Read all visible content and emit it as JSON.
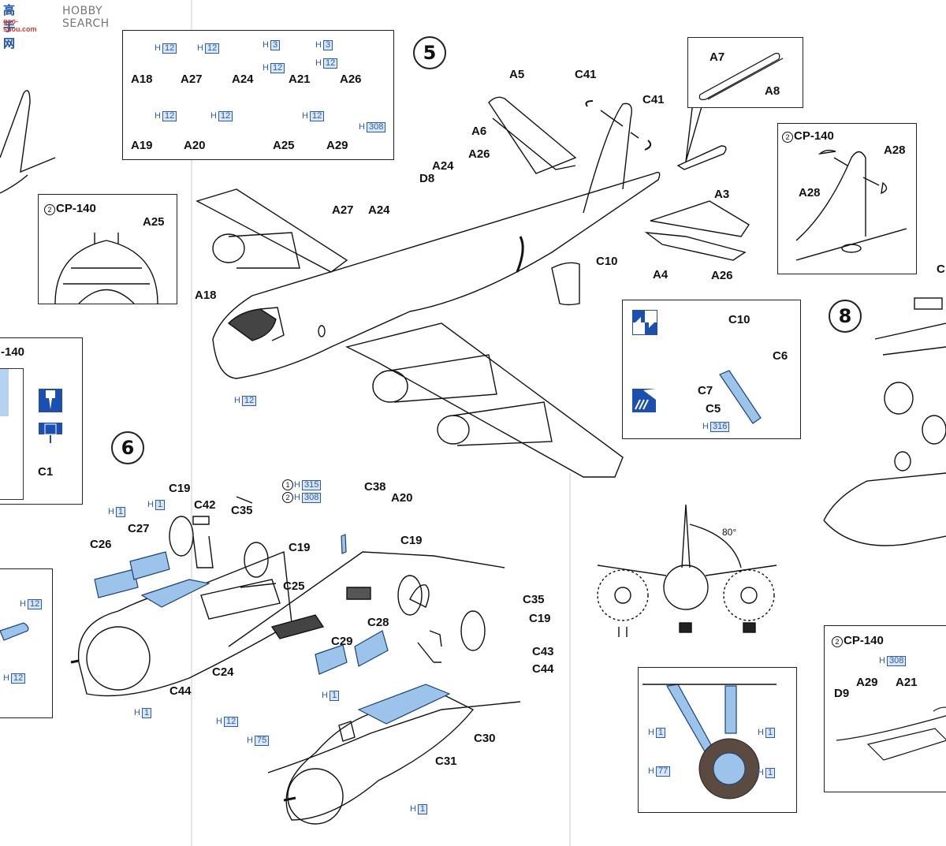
{
  "watermark": {
    "brand_cn": "高手网",
    "brand_en": "HOBBY SEARCH",
    "site": "gao-shou.com"
  },
  "steps": {
    "step5": "5",
    "step6": "6",
    "step8": "8"
  },
  "paint_box": {
    "items": [
      {
        "part": "A18",
        "paints": [
          {
            "prefix": "H",
            "code": "12"
          }
        ]
      },
      {
        "part": "A27",
        "paints": [
          {
            "prefix": "H",
            "code": "12"
          }
        ]
      },
      {
        "part": "A24",
        "paints": [
          {
            "prefix": "H",
            "code": "3"
          },
          {
            "prefix": "H",
            "code": "12"
          }
        ]
      },
      {
        "part": "A21",
        "paints": []
      },
      {
        "part": "A26",
        "paints": [
          {
            "prefix": "H",
            "code": "3"
          },
          {
            "prefix": "H",
            "code": "12"
          }
        ]
      },
      {
        "part": "A19",
        "paints": [
          {
            "prefix": "H",
            "code": "12"
          }
        ]
      },
      {
        "part": "A20",
        "paints": [
          {
            "prefix": "H",
            "code": "12"
          }
        ]
      },
      {
        "part": "A25",
        "paints": [
          {
            "prefix": "H",
            "code": "12"
          }
        ]
      },
      {
        "part": "A29",
        "paints": [
          {
            "prefix": "H",
            "code": "308"
          }
        ]
      }
    ]
  },
  "step5_labels": {
    "A5": "A5",
    "A6": "A6",
    "A26_top": "A26",
    "A24_top": "A24",
    "D8": "D8",
    "C41_a": "C41",
    "C41_b": "C41",
    "A27": "A27",
    "A24": "A24",
    "A18": "A18",
    "A3": "A3",
    "A4": "A4",
    "A26": "A26",
    "C10": "C10",
    "paint_nose": {
      "prefix": "H",
      "code": "12"
    }
  },
  "callout_A7A8": {
    "A7": "A7",
    "A8": "A8"
  },
  "cp140_tail": {
    "variant_num": "2",
    "title": "CP-140",
    "A28_left": "A28",
    "A28_right": "A28"
  },
  "cp140_cockpit": {
    "variant_num": "2",
    "title": "CP-140",
    "A25": "A25"
  },
  "cp140_panel": {
    "title_partial": "-140",
    "C1": "C1",
    "icon_drill": "drill-icon",
    "icon_drill_through": "drill-through-icon"
  },
  "ladder_box": {
    "C10": "C10",
    "C6": "C6",
    "C7": "C7",
    "C5": "C5",
    "paint": {
      "prefix": "H",
      "code": "316"
    },
    "icon_fold": "fold-arrows-icon",
    "icon_cut": "cut-icon"
  },
  "left_pod_box": {
    "paint_a": {
      "prefix": "H",
      "code": "12"
    },
    "paint_b": {
      "prefix": "H",
      "code": "12"
    }
  },
  "step6_labels": {
    "C19_a": "C19",
    "C42": "C42",
    "C35_a": "C35",
    "C19_b": "C19",
    "C26": "C26",
    "C27": "C27",
    "C25": "C25",
    "C24": "C24",
    "C44_a": "C44",
    "paint_h1_a": {
      "prefix": "H",
      "code": "1"
    },
    "paint_h1_b": {
      "prefix": "H",
      "code": "1"
    },
    "paint_h1_c": {
      "prefix": "H",
      "code": "1"
    },
    "paint_h12": {
      "prefix": "H",
      "code": "12"
    },
    "paint_h75": {
      "prefix": "H",
      "code": "75"
    },
    "variant1": {
      "num": "1",
      "prefix": "H",
      "code": "315"
    },
    "variant2": {
      "num": "2",
      "prefix": "H",
      "code": "308"
    },
    "C38": "C38",
    "A20": "A20",
    "C19_c": "C19",
    "C35_b": "C35",
    "C19_d": "C19",
    "C43": "C43",
    "C44_b": "C44",
    "C28": "C28",
    "C29": "C29",
    "paint_h1_d": {
      "prefix": "H",
      "code": "1"
    },
    "C30": "C30",
    "C31": "C31",
    "paint_h1_e": {
      "prefix": "H",
      "code": "1"
    }
  },
  "front_view": {
    "angle": "80°"
  },
  "gear_box": {
    "paints": [
      {
        "prefix": "H",
        "code": "1"
      },
      {
        "prefix": "H",
        "code": "1"
      },
      {
        "prefix": "H",
        "code": "77"
      },
      {
        "prefix": "H",
        "code": "1"
      }
    ]
  },
  "step8_labels": {
    "C_partial": "C"
  },
  "cp140_antenna": {
    "variant_num": "2",
    "title": "CP-140",
    "paint": {
      "prefix": "H",
      "code": "308"
    },
    "D9": "D9",
    "A29": "A29",
    "A21": "A21"
  }
}
